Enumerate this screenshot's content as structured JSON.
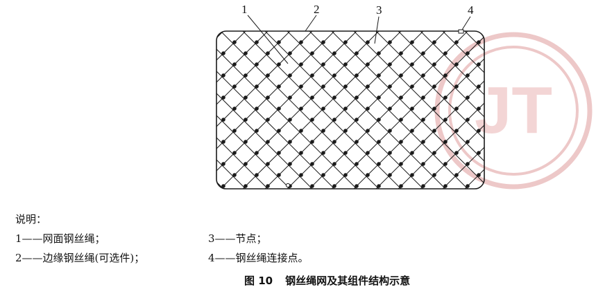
{
  "diagram": {
    "callouts": [
      "1",
      "2",
      "3",
      "4"
    ],
    "watermark_text": "JT",
    "colors": {
      "line": "#1a1a1a",
      "watermark": "#e8b6b6"
    }
  },
  "legend": {
    "heading": "说明：",
    "items": [
      "1——网面钢丝绳；",
      "3——节点；",
      "2——边缘钢丝绳(可选件)；",
      "4——钢丝绳连接点。"
    ]
  },
  "caption": {
    "number": "图 10",
    "title": "钢丝绳网及其组件结构示意"
  }
}
